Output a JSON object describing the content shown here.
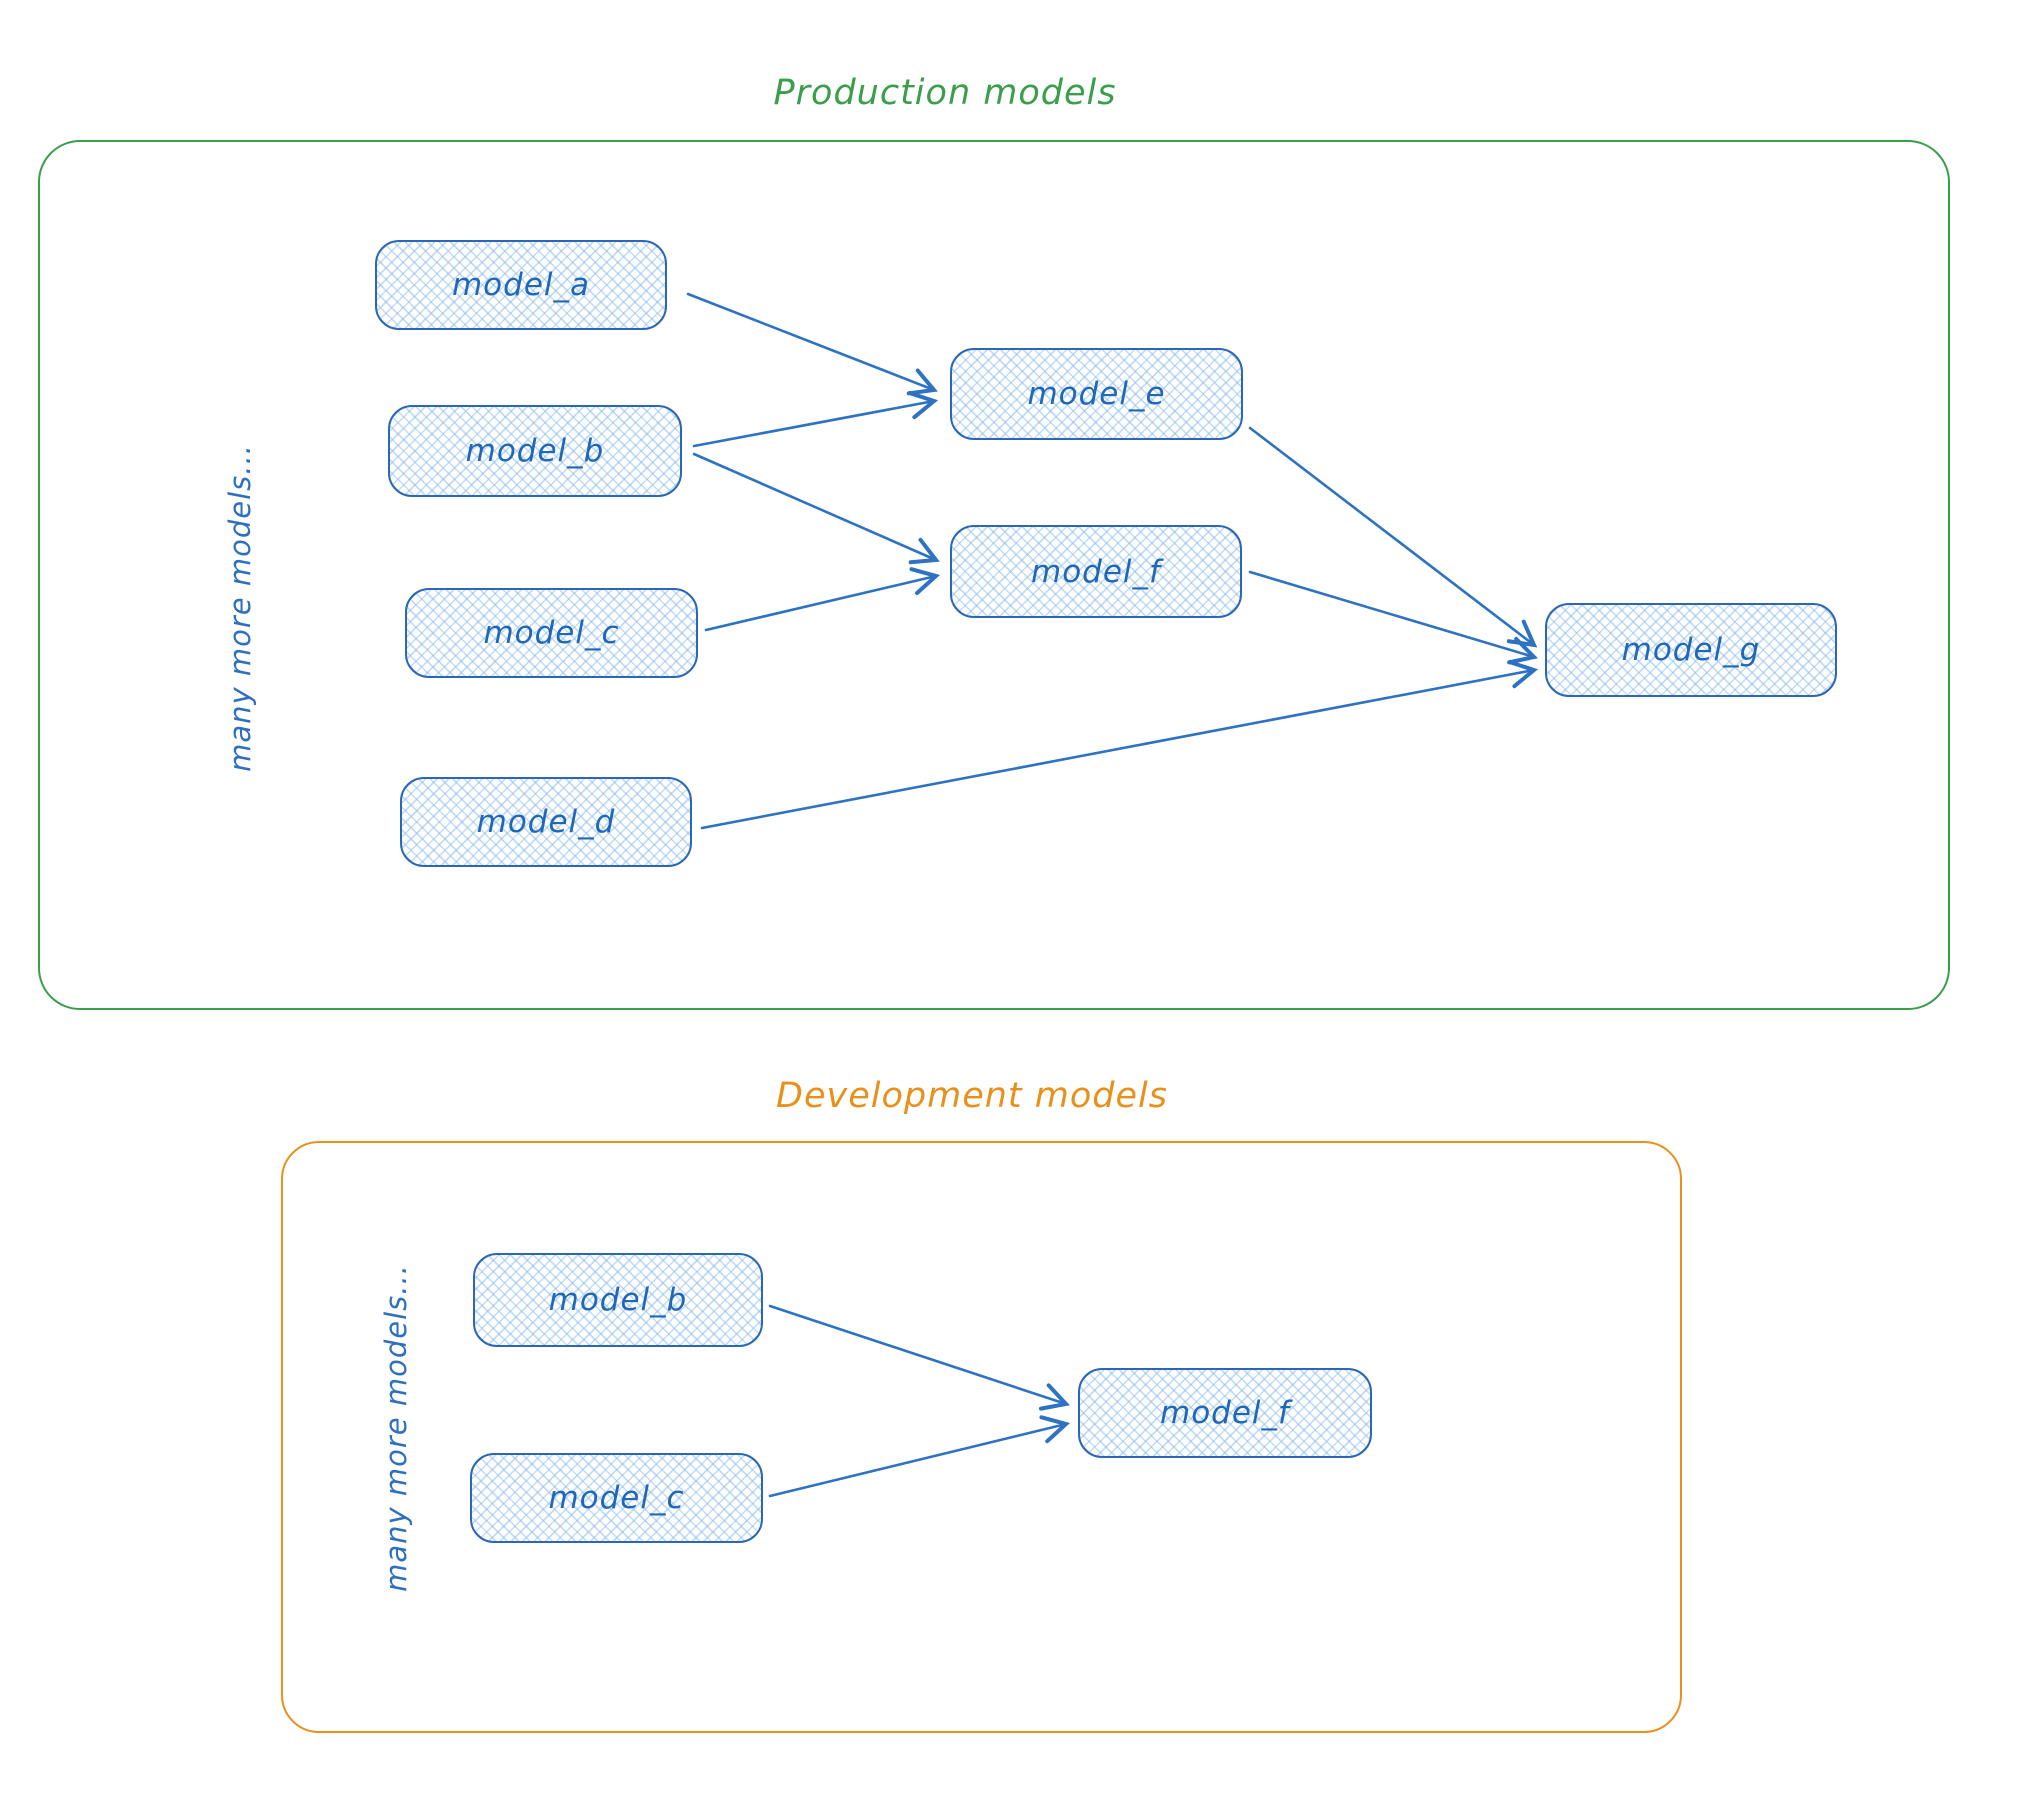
{
  "diagram": {
    "style": {
      "node_stroke_color": "#2b67b4",
      "node_fill_hatch_color": "#8bb8e8",
      "node_text_color": "#1f67b8",
      "arrow_color": "#2e72c2",
      "production_color": "#3a9e4a",
      "development_color": "#e9901b"
    },
    "sections": {
      "production": {
        "title": "Production models",
        "side_note": "many more models...",
        "nodes": [
          {
            "id": "model_a",
            "label": "model_a"
          },
          {
            "id": "model_b",
            "label": "model_b"
          },
          {
            "id": "model_c",
            "label": "model_c"
          },
          {
            "id": "model_d",
            "label": "model_d"
          },
          {
            "id": "model_e",
            "label": "model_e"
          },
          {
            "id": "model_f",
            "label": "model_f"
          },
          {
            "id": "model_g",
            "label": "model_g"
          }
        ],
        "edges": [
          {
            "from": "model_a",
            "to": "model_e"
          },
          {
            "from": "model_b",
            "to": "model_e"
          },
          {
            "from": "model_b",
            "to": "model_f"
          },
          {
            "from": "model_c",
            "to": "model_f"
          },
          {
            "from": "model_e",
            "to": "model_g"
          },
          {
            "from": "model_f",
            "to": "model_g"
          },
          {
            "from": "model_d",
            "to": "model_g"
          }
        ]
      },
      "development": {
        "title": "Development models",
        "side_note": "many more models...",
        "nodes": [
          {
            "id": "model_b",
            "label": "model_b"
          },
          {
            "id": "model_c",
            "label": "model_c"
          },
          {
            "id": "model_f",
            "label": "model_f"
          }
        ],
        "edges": [
          {
            "from": "model_b",
            "to": "model_f"
          },
          {
            "from": "model_c",
            "to": "model_f"
          }
        ]
      }
    }
  }
}
